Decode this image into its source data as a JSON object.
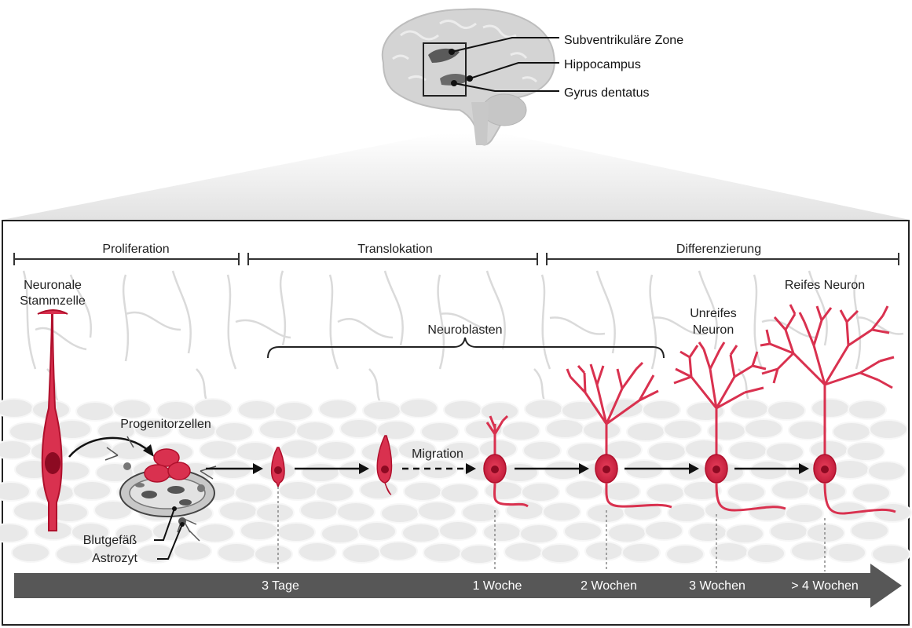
{
  "brain": {
    "labels": [
      "Subventrikuläre Zone",
      "Hippocampus",
      "Gyrus dentatus"
    ]
  },
  "phases": [
    "Proliferation",
    "Translokation",
    "Differenzierung"
  ],
  "cells": {
    "stem_cell": [
      "Neuronale",
      "Stammzelle"
    ],
    "progenitor": "Progenitorzellen",
    "neuroblasts": "Neuroblasten",
    "migration": "Migration",
    "immature_neuron": [
      "Unreifes",
      "Neuron"
    ],
    "mature_neuron": "Reifes Neuron",
    "blood_vessel": "Blutgefäß",
    "astrocyte": "Astrozyt"
  },
  "timeline": [
    "3 Tage",
    "1 Woche",
    "2 Wochen",
    "3 Wochen",
    "> 4 Wochen"
  ],
  "colors": {
    "neuron": "#d9314f",
    "neuron_dark": "#b0102c",
    "nucleus": "#8c0a22",
    "arrow_bar": "#575757",
    "tissue": "#e9e9e9",
    "brain": "#d4d4d4"
  }
}
